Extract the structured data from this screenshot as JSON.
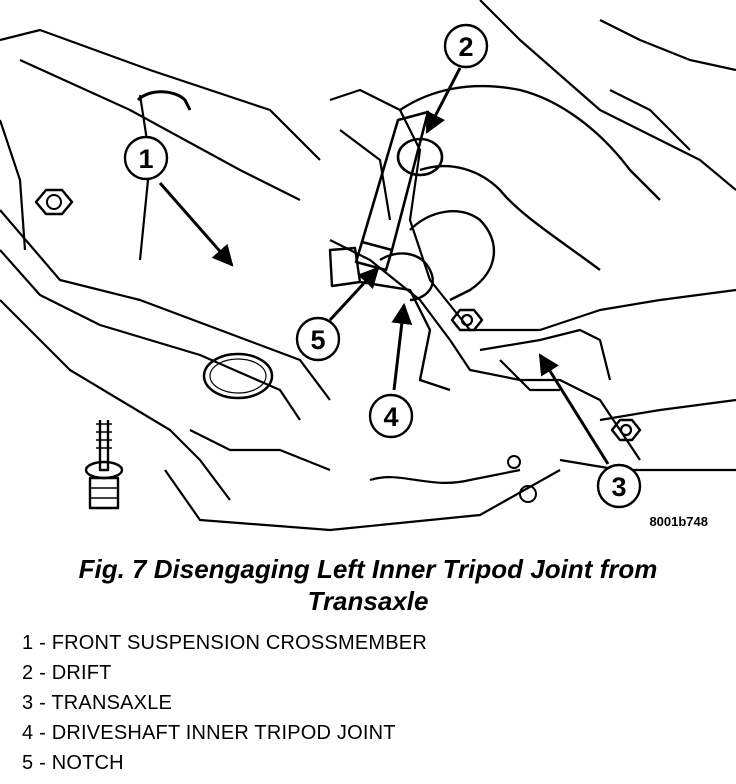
{
  "figure": {
    "code": "8001b748",
    "caption_line1": "Fig. 7 Disengaging Left Inner Tripod Joint from",
    "caption_line2": "Transaxle"
  },
  "callouts": [
    "1",
    "2",
    "3",
    "4",
    "5"
  ],
  "legend": [
    {
      "number": "1",
      "text": "FRONT SUSPENSION CROSSMEMBER"
    },
    {
      "number": "2",
      "text": "DRIFT"
    },
    {
      "number": "3",
      "text": "TRANSAXLE"
    },
    {
      "number": "4",
      "text": "DRIVESHAFT INNER TRIPOD JOINT"
    },
    {
      "number": "5",
      "text": "NOTCH"
    }
  ]
}
